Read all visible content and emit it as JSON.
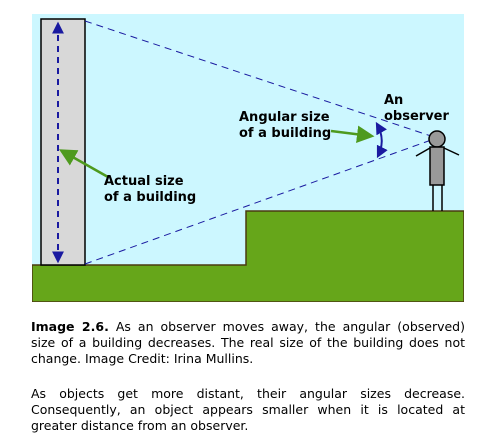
{
  "figure": {
    "labels": {
      "actual_size_line1": "Actual size",
      "actual_size_line2": "of a building",
      "angular_size_line1": "Angular size",
      "angular_size_line2": "of a building",
      "observer_line1": "An",
      "observer_line2": "observer"
    },
    "colors": {
      "sky": "#ccf7ff",
      "ground": "#66a61a",
      "building": "#d8d8d8",
      "dashed_lines": "#1a1aa0",
      "pointer_arrows": "#4e9a1e",
      "observer_body": "#999999"
    }
  },
  "caption": {
    "label": "Image 2.6.",
    "text": " As an observer moves away, the angular (observed) size of a building decreases. The real size of the building does not change. Image Credit: Irina Mullins."
  },
  "paragraph": {
    "text": "As objects get more distant, their angular sizes decrease. Consequently, an object appears smaller when it is located at greater distance from an observer."
  }
}
